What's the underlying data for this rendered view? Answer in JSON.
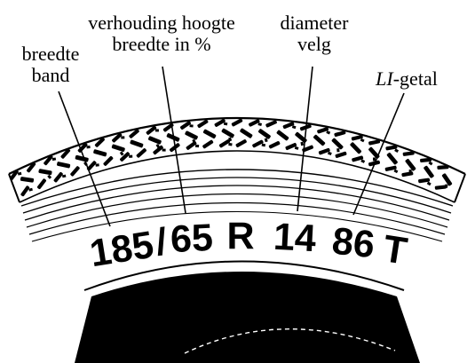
{
  "labels": {
    "width": {
      "line1": "breedte",
      "line2": "band"
    },
    "ratio": {
      "line1": "verhouding hoogte",
      "line2": "breedte in %"
    },
    "diameter": {
      "line1": "diameter",
      "line2": "velg"
    },
    "load_index": {
      "italic": "LI",
      "rest": "-getal"
    }
  },
  "tire_code": {
    "width": "185",
    "separator": "/",
    "ratio": "65",
    "construction": "R",
    "rim": "14",
    "load_index": "86",
    "speed": "T"
  },
  "colors": {
    "ink": "#000000",
    "paper": "#ffffff"
  }
}
